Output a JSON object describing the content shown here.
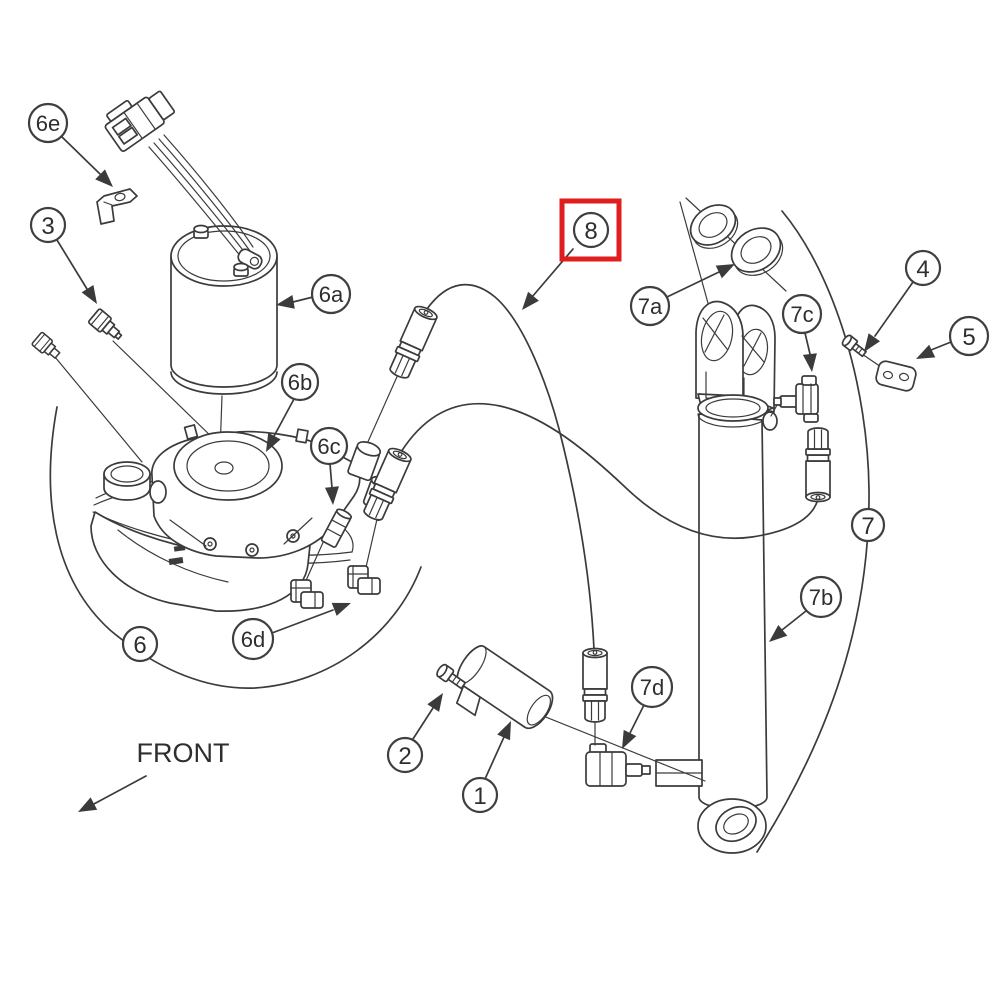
{
  "diagram": {
    "type": "exploded-parts-diagram",
    "front_label": "FRONT",
    "colors": {
      "line": "#3b3b3b",
      "highlight_red": "#e01e1e"
    },
    "highlight": {
      "selected_callout": "8",
      "color": "#e01e1e"
    },
    "callouts": [
      {
        "id": "6e",
        "label": "6e"
      },
      {
        "id": "3",
        "label": "3"
      },
      {
        "id": "6a",
        "label": "6a"
      },
      {
        "id": "6b",
        "label": "6b"
      },
      {
        "id": "6c",
        "label": "6c"
      },
      {
        "id": "6",
        "label": "6"
      },
      {
        "id": "6d",
        "label": "6d"
      },
      {
        "id": "8",
        "label": "8"
      },
      {
        "id": "7a",
        "label": "7a"
      },
      {
        "id": "7c",
        "label": "7c"
      },
      {
        "id": "4",
        "label": "4"
      },
      {
        "id": "5",
        "label": "5"
      },
      {
        "id": "7",
        "label": "7"
      },
      {
        "id": "7b",
        "label": "7b"
      },
      {
        "id": "7d",
        "label": "7d"
      },
      {
        "id": "1",
        "label": "1"
      },
      {
        "id": "2",
        "label": "2"
      }
    ]
  }
}
